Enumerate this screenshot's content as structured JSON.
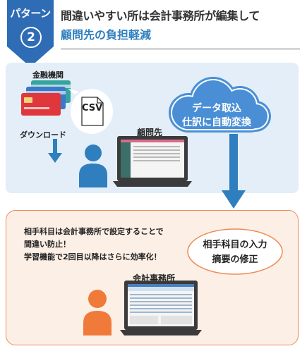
{
  "pattern": {
    "label": "パターン",
    "number": "2"
  },
  "headline": {
    "line1": "間違いやすい所は会計事務所が編集して",
    "line2": "顧問先の負担軽減"
  },
  "top": {
    "bank_label": "金融機関",
    "csv_label": "CSV",
    "download_label": "ダウンロード",
    "client_label": "顧問先",
    "cloud_line1": "データ取込",
    "cloud_line2": "仕訳に自動変換"
  },
  "bottom": {
    "desc_line1": "相手科目は会計事務所で設定することで",
    "desc_line2": "間違い防止！",
    "desc_line3": "学習機能で2回目以降はさらに効率化！",
    "oval_line1": "相手科目の入力",
    "oval_line2": "摘要の修正",
    "office_label": "会計事務所"
  },
  "colors": {
    "ribbon": "#2e6cb5",
    "accent_blue": "#2f7fbf",
    "cloud": "#4a8fd6",
    "arrow": "#2f7fbf",
    "person_blue": "#2f7fbf",
    "person_orange": "#ef7a3a",
    "panel_blue": "#e3eef8",
    "panel_orange": "#fcefe6"
  }
}
